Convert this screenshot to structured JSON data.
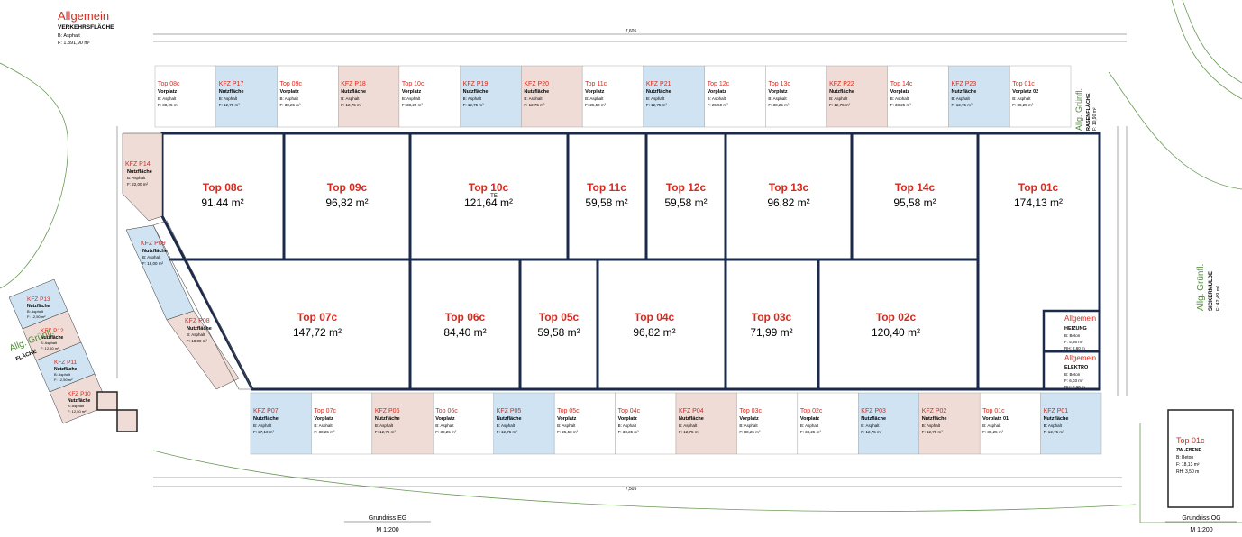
{
  "header": {
    "title": "Allgemein",
    "subtitle": "VERKEHRSFLÄCHE",
    "material": "B: Asphalt",
    "area": "F: 1.391,90 m²"
  },
  "captions": {
    "eg_title": "Grundriss EG",
    "eg_scale": "M 1:200",
    "og_title": "Grundriss OG",
    "og_scale": "M 1:200"
  },
  "dimensions": {
    "top_total": "7,605",
    "bottom_total": "7,505"
  },
  "units_top": [
    {
      "name": "Top 08c",
      "area": "91,44 m²"
    },
    {
      "name": "Top 09c",
      "area": "96,82 m²"
    },
    {
      "name": "Top 10c",
      "area": "121,64 m²",
      "tag": "TE"
    },
    {
      "name": "Top 11c",
      "area": "59,58 m²"
    },
    {
      "name": "Top 12c",
      "area": "59,58 m²"
    },
    {
      "name": "Top 13c",
      "area": "96,82 m²"
    },
    {
      "name": "Top 14c",
      "area": "95,58 m²"
    },
    {
      "name": "Top 01c",
      "area": "174,13 m²"
    }
  ],
  "units_bottom": [
    {
      "name": "Top 07c",
      "area": "147,72 m²"
    },
    {
      "name": "Top 06c",
      "area": "84,40 m²"
    },
    {
      "name": "Top 05c",
      "area": "59,58 m²"
    },
    {
      "name": "Top 04c",
      "area": "96,82 m²"
    },
    {
      "name": "Top 03c",
      "area": "71,99 m²"
    },
    {
      "name": "Top 02c",
      "area": "120,40 m²"
    }
  ],
  "strip_top": [
    {
      "label": "Top 08c",
      "type": "Vorplatz",
      "mat": "B: Asphalt",
      "area": "F: 38,25 m²",
      "color": "#ffffff"
    },
    {
      "label": "KFZ P17",
      "type": "Nutzfläche",
      "mat": "B: Asphalt",
      "area": "F: 12,75 m²",
      "color": "#cfe3f2"
    },
    {
      "label": "Top 09c",
      "type": "Vorplatz",
      "mat": "B: Asphalt",
      "area": "F: 38,25 m²",
      "color": "#ffffff"
    },
    {
      "label": "KFZ P18",
      "type": "Nutzfläche",
      "mat": "B: Asphalt",
      "area": "F: 12,75 m²",
      "color": "#f0dcd6"
    },
    {
      "label": "Top 10c",
      "type": "Vorplatz",
      "mat": "B: Asphalt",
      "area": "F: 38,25 m²",
      "color": "#ffffff"
    },
    {
      "label": "KFZ P19",
      "type": "Nutzfläche",
      "mat": "B: Asphalt",
      "area": "F: 12,75 m²",
      "color": "#cfe3f2"
    },
    {
      "label": "KFZ P20",
      "type": "Nutzfläche",
      "mat": "B: Asphalt",
      "area": "F: 12,75 m²",
      "color": "#f0dcd6"
    },
    {
      "label": "Top 11c",
      "type": "Vorplatz",
      "mat": "B: Asphalt",
      "area": "F: 25,50 m²",
      "color": "#ffffff"
    },
    {
      "label": "KFZ P21",
      "type": "Nutzfläche",
      "mat": "B: Asphalt",
      "area": "F: 12,75 m²",
      "color": "#cfe3f2"
    },
    {
      "label": "Top 12c",
      "type": "Vorplatz",
      "mat": "B: Asphalt",
      "area": "F: 25,50 m²",
      "color": "#ffffff"
    },
    {
      "label": "Top 13c",
      "type": "Vorplatz",
      "mat": "B: Asphalt",
      "area": "F: 38,25 m²",
      "color": "#ffffff"
    },
    {
      "label": "KFZ P22",
      "type": "Nutzfläche",
      "mat": "B: Asphalt",
      "area": "F: 12,75 m²",
      "color": "#f0dcd6"
    },
    {
      "label": "Top 14c",
      "type": "Vorplatz",
      "mat": "B: Asphalt",
      "area": "F: 38,25 m²",
      "color": "#ffffff"
    },
    {
      "label": "KFZ P23",
      "type": "Nutzfläche",
      "mat": "B: Asphalt",
      "area": "F: 12,75 m²",
      "color": "#cfe3f2"
    },
    {
      "label": "Top 01c",
      "type": "Vorplatz 02",
      "mat": "B: Asphalt",
      "area": "F: 38,25 m²",
      "color": "#ffffff"
    }
  ],
  "strip_bottom": [
    {
      "label": "KFZ P07",
      "type": "Nutzfläche",
      "mat": "B: Asphalt",
      "area": "F: 27,10 m²",
      "color": "#cfe3f2"
    },
    {
      "label": "Top 07c",
      "type": "Vorplatz",
      "mat": "B: Asphalt",
      "area": "F: 38,25 m²",
      "color": "#ffffff"
    },
    {
      "label": "KFZ P06",
      "type": "Nutzfläche",
      "mat": "B: Asphalt",
      "area": "F: 12,75 m²",
      "color": "#f0dcd6"
    },
    {
      "label": "Top 06c",
      "type": "Vorplatz",
      "mat": "B: Asphalt",
      "area": "F: 38,25 m²",
      "color": "#ffffff"
    },
    {
      "label": "KFZ P05",
      "type": "Nutzfläche",
      "mat": "B: Asphalt",
      "area": "F: 12,75 m²",
      "color": "#cfe3f2"
    },
    {
      "label": "Top 05c",
      "type": "Vorplatz",
      "mat": "B: Asphalt",
      "area": "F: 25,50 m²",
      "color": "#ffffff"
    },
    {
      "label": "Top 04c",
      "type": "Vorplatz",
      "mat": "B: Asphalt",
      "area": "F: 38,25 m²",
      "color": "#ffffff"
    },
    {
      "label": "KFZ P04",
      "type": "Nutzfläche",
      "mat": "B: Asphalt",
      "area": "F: 12,75 m²",
      "color": "#f0dcd6"
    },
    {
      "label": "Top 03c",
      "type": "Vorplatz",
      "mat": "B: Asphalt",
      "area": "F: 38,25 m²",
      "color": "#ffffff"
    },
    {
      "label": "Top 02c",
      "type": "Vorplatz",
      "mat": "B: Asphalt",
      "area": "F: 38,25 m²",
      "color": "#ffffff"
    },
    {
      "label": "KFZ P03",
      "type": "Nutzfläche",
      "mat": "B: Asphalt",
      "area": "F: 12,75 m²",
      "color": "#cfe3f2"
    },
    {
      "label": "KFZ P02",
      "type": "Nutzfläche",
      "mat": "B: Asphalt",
      "area": "F: 12,75 m²",
      "color": "#f0dcd6"
    },
    {
      "label": "Top 01c",
      "type": "Vorplatz 01",
      "mat": "B: Asphalt",
      "area": "F: 38,25 m²",
      "color": "#ffffff"
    },
    {
      "label": "KFZ P01",
      "type": "Nutzfläche",
      "mat": "B: Asphalt",
      "area": "F: 12,75 m²",
      "color": "#cfe3f2"
    }
  ],
  "kfz_left": [
    {
      "label": "KFZ P14",
      "type": "Nutzfläche",
      "mat": "B: Asphalt",
      "area": "F: 22,00 m²"
    },
    {
      "label": "KFZ P09",
      "type": "Nutzfläche",
      "mat": "B: Asphalt",
      "area": "F: 18,00 m²"
    },
    {
      "label": "KFZ P08",
      "type": "Nutzfläche",
      "mat": "B: Asphalt",
      "area": "F: 18,00 m²"
    }
  ],
  "kfz_stack": [
    {
      "label": "KFZ P13",
      "type": "Nutzfläche",
      "mat": "B: Asphalt",
      "area": "F: 12,50 m²"
    },
    {
      "label": "KFZ P12",
      "type": "Nutzfläche",
      "mat": "B: Asphalt",
      "area": "F: 12,50 m²"
    },
    {
      "label": "KFZ P11",
      "type": "Nutzfläche",
      "mat": "B: Asphalt",
      "area": "F: 12,50 m²"
    },
    {
      "label": "KFZ P10",
      "type": "Nutzfläche",
      "mat": "B: Asphalt",
      "area": "F: 12,50 m²"
    }
  ],
  "rooms_right": [
    {
      "title": "Allgemein",
      "name": "HEIZUNG",
      "mat": "B: Beton",
      "area": "F: 5,56 m²",
      "height": "RH: 2,60 m"
    },
    {
      "title": "Allgemein",
      "name": "ELEKTRO",
      "mat": "B: Beton",
      "area": "F: 6,03 m²",
      "height": "RH: 2,60 m"
    }
  ],
  "green_labels": {
    "top_right": "Allg. Grünfl.",
    "top_right_sub": "RASENFLÄCHE",
    "top_right_area": "F: 10,90 m²",
    "right": "Allg. Grünfl.",
    "right_sub": "SICKERMULDE",
    "right_area": "F: 42,49 m²",
    "left": "Allg. Grünfl.",
    "left_sub": "FLÄCHE"
  },
  "og": {
    "name": "Top 01c",
    "level": "ZW.-EBENE",
    "mat": "B: Beton",
    "area": "F: 18,13 m²",
    "height": "RH: 3,50 m"
  },
  "colors": {
    "wall": "#1b2a4a",
    "label_red": "#d62a1e",
    "blue_fill": "#cfe3f2",
    "pink_fill": "#f0dcd6",
    "green": "#4f8a3a"
  }
}
